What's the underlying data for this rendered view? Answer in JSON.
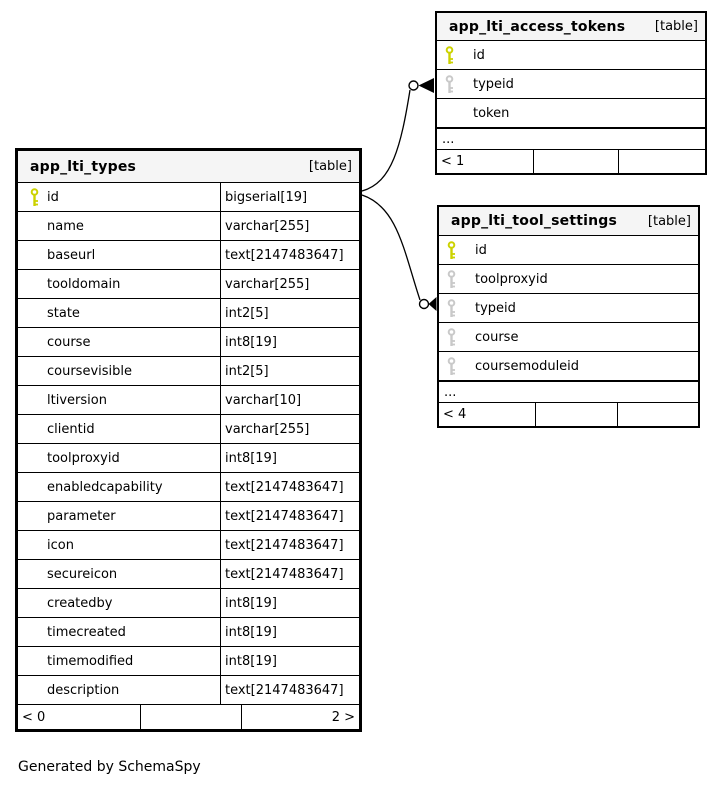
{
  "caption": "Generated by SchemaSpy",
  "colors": {
    "header_bg": "#f5f5f5",
    "border": "#000000",
    "primary_key": "#ccd200",
    "foreign_key": "#c9c9c9"
  },
  "ellipsis": "...",
  "tables": [
    {
      "title": "app_lti_types",
      "tag": "[table]",
      "columns": [
        {
          "name": "id",
          "type": "bigserial[19]",
          "key": "primary"
        },
        {
          "name": "name",
          "type": "varchar[255]",
          "key": "none"
        },
        {
          "name": "baseurl",
          "type": "text[2147483647]",
          "key": "none"
        },
        {
          "name": "tooldomain",
          "type": "varchar[255]",
          "key": "none"
        },
        {
          "name": "state",
          "type": "int2[5]",
          "key": "none"
        },
        {
          "name": "course",
          "type": "int8[19]",
          "key": "none"
        },
        {
          "name": "coursevisible",
          "type": "int2[5]",
          "key": "none"
        },
        {
          "name": "ltiversion",
          "type": "varchar[10]",
          "key": "none"
        },
        {
          "name": "clientid",
          "type": "varchar[255]",
          "key": "none"
        },
        {
          "name": "toolproxyid",
          "type": "int8[19]",
          "key": "none"
        },
        {
          "name": "enabledcapability",
          "type": "text[2147483647]",
          "key": "none"
        },
        {
          "name": "parameter",
          "type": "text[2147483647]",
          "key": "none"
        },
        {
          "name": "icon",
          "type": "text[2147483647]",
          "key": "none"
        },
        {
          "name": "secureicon",
          "type": "text[2147483647]",
          "key": "none"
        },
        {
          "name": "createdby",
          "type": "int8[19]",
          "key": "none"
        },
        {
          "name": "timecreated",
          "type": "int8[19]",
          "key": "none"
        },
        {
          "name": "timemodified",
          "type": "int8[19]",
          "key": "none"
        },
        {
          "name": "description",
          "type": "text[2147483647]",
          "key": "none"
        }
      ],
      "footer": {
        "left": "< 0",
        "middle": "",
        "right": "2 >"
      }
    },
    {
      "title": "app_lti_access_tokens",
      "tag": "[table]",
      "columns": [
        {
          "name": "id",
          "key": "primary"
        },
        {
          "name": "typeid",
          "key": "foreign"
        },
        {
          "name": "token",
          "key": "none"
        }
      ],
      "footer": {
        "left": "< 1",
        "middle": "",
        "right": ""
      }
    },
    {
      "title": "app_lti_tool_settings",
      "tag": "[table]",
      "columns": [
        {
          "name": "id",
          "key": "primary"
        },
        {
          "name": "toolproxyid",
          "key": "foreign"
        },
        {
          "name": "typeid",
          "key": "foreign"
        },
        {
          "name": "course",
          "key": "foreign"
        },
        {
          "name": "coursemoduleid",
          "key": "foreign"
        }
      ],
      "footer": {
        "left": "< 4",
        "middle": "",
        "right": ""
      }
    }
  ]
}
